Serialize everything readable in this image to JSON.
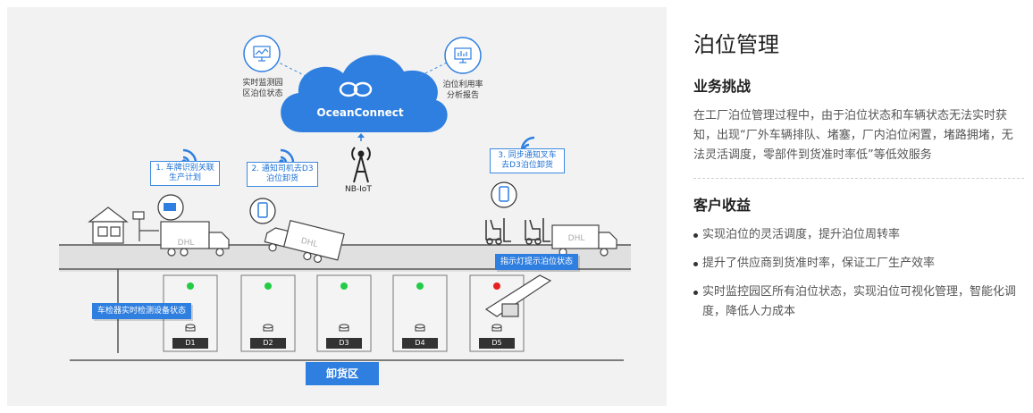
{
  "diagram": {
    "cloud_label": "OceanConnect",
    "left_node_label": [
      "实时监测园",
      "区泊位状态"
    ],
    "right_node_label": [
      "泊位利用率",
      "分析报告"
    ],
    "nb_iot_label": "NB-IoT",
    "callouts": [
      {
        "line1": "1. 车牌识别关联",
        "line2": "生产计划"
      },
      {
        "line1": "2. 通知司机去D3",
        "line2": "泊位卸货"
      },
      {
        "line1": "3. 同步通知叉车",
        "line2": "去D3泊位卸货"
      }
    ],
    "truck_brand": "DHL",
    "indicator_tag": "指示灯提示泊位状态",
    "detector_tag": "车检器实时检测设备状态",
    "slots": [
      {
        "label": "D1",
        "status": "free"
      },
      {
        "label": "D2",
        "status": "free"
      },
      {
        "label": "D3",
        "status": "free"
      },
      {
        "label": "D4",
        "status": "free"
      },
      {
        "label": "D5",
        "status": "occupied"
      }
    ],
    "zone_label": "卸货区",
    "colors": {
      "accent": "#2f7fe0",
      "free": "#22cc44",
      "occupied": "#e82020"
    }
  },
  "content": {
    "title": "泊位管理",
    "challenge_heading": "业务挑战",
    "challenge_text": "在工厂泊位管理过程中，由于泊位状态和车辆状态无法实时获知，出现“厂外车辆排队、堵塞，厂内泊位闲置，堵路拥堵，无法灵活调度，零部件到货准时率低”等低效服务",
    "benefit_heading": "客户收益",
    "benefits": [
      "实现泊位的灵活调度，提升泊位周转率",
      "提升了供应商到货准时率，保证工厂生产效率",
      "实时监控园区所有泊位状态，实现泊位可视化管理，智能化调度，降低人力成本"
    ]
  }
}
